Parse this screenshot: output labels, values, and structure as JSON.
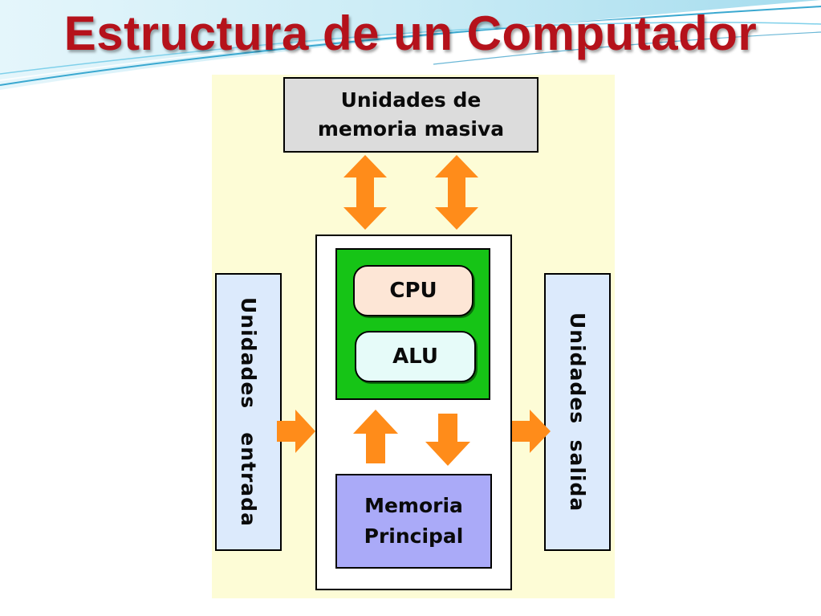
{
  "slide": {
    "title": "Estructura de un Computador"
  },
  "diagram": {
    "mass_storage": {
      "line1": "Unidades de",
      "line2": "memoria masiva"
    },
    "cpu_label": "CPU",
    "alu_label": "ALU",
    "main_memory": {
      "line1": "Memoria",
      "line2": "Principal"
    },
    "input_units": "Unidades   entrada",
    "output_units": "Unidades  salida"
  },
  "colors": {
    "title": "#b5121b",
    "arrows": "#ff8c1a",
    "diagram_background": "#fdfcd6",
    "mass_storage_fill": "#dcdcdc",
    "processor_fill": "#16c416",
    "cpu_fill": "#fde6d6",
    "alu_fill": "#e6fbf9",
    "main_memory_fill": "#aaaaf8",
    "io_units_fill": "#dceafc"
  }
}
